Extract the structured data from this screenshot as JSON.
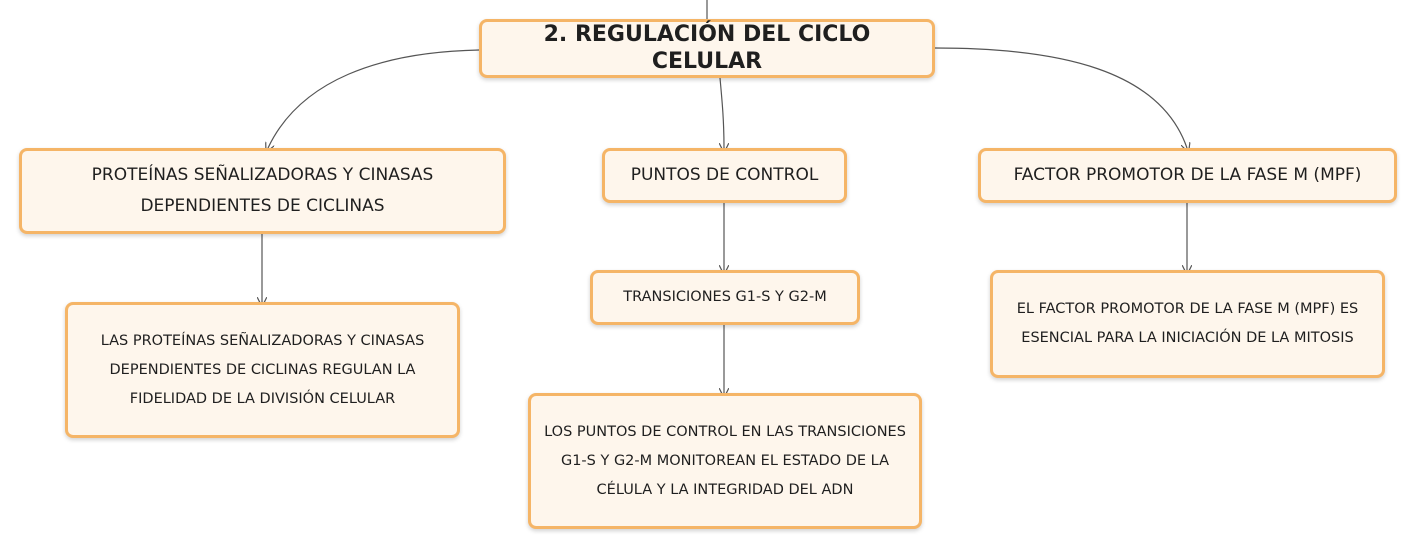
{
  "diagram": {
    "root": {
      "label": "2. REGULACIÓN DEL CICLO CELULAR"
    },
    "branches": {
      "proteinas": {
        "label": "PROTEÍNAS SEÑALIZADORAS Y CINASAS DEPENDIENTES DE CICLINAS",
        "child": "LAS PROTEÍNAS SEÑALIZADORAS Y CINASAS DEPENDIENTES DE CICLINAS REGULAN LA FIDELIDAD DE LA DIVISIÓN CELULAR"
      },
      "puntos": {
        "label": "PUNTOS DE CONTROL",
        "child": "TRANSICIONES G1-S Y G2-M",
        "grandchild": "LOS PUNTOS DE CONTROL EN LAS TRANSICIONES G1-S Y G2-M MONITOREAN EL ESTADO DE LA CÉLULA Y LA INTEGRIDAD DEL ADN"
      },
      "mpf": {
        "label": "FACTOR PROMOTOR DE LA FASE M (MPF)",
        "child": "EL FACTOR PROMOTOR DE LA FASE M (MPF) ES ESENCIAL PARA LA INICIACIÓN DE LA MITOSIS"
      }
    },
    "colors": {
      "node_fill": "#fef6ec",
      "node_border": "#f5b567",
      "connector": "#555555"
    }
  }
}
